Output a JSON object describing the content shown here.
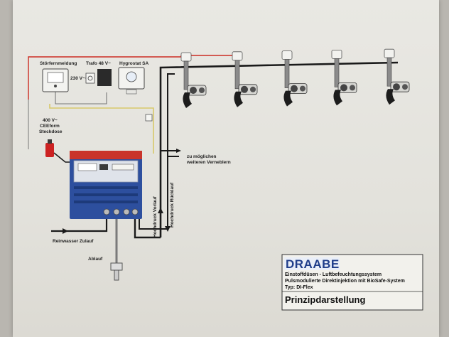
{
  "labels": {
    "fault_signal": "Störfernmeldung",
    "transformer": "Trafo 48 V~",
    "hygrostat": "Hygrostat SA",
    "mains_230": "230 V~",
    "power_400_line1": "400 V~",
    "power_400_line2": "CEEform",
    "power_400_line3": "Steckdose",
    "more_nozzles_line1": "zu möglichen",
    "more_nozzles_line2": "weiteren Verneblern",
    "pressure_flow": "Hochdruck Vorlauf",
    "pressure_return": "Hochdruck Rücklauf",
    "clean_water_inlet": "Reinwasser Zulauf",
    "drain": "Ablauf"
  },
  "titleblock": {
    "logo": "DRAABE",
    "line1": "Einstoffdüsen - Luftbefeuchtungssystem",
    "line2": "Pulsmodulierte Direktinjektion mit BioSafe-System",
    "line3": "Typ: DI-Flex",
    "title": "Prinzipdarstellung"
  },
  "colors": {
    "pipe": "#1a1a1a",
    "signal_wire": "#cc2b22",
    "control_wire": "#d8c96a",
    "unit_blue": "#2d4f9e",
    "logo_blue": "#1f3d8a"
  }
}
